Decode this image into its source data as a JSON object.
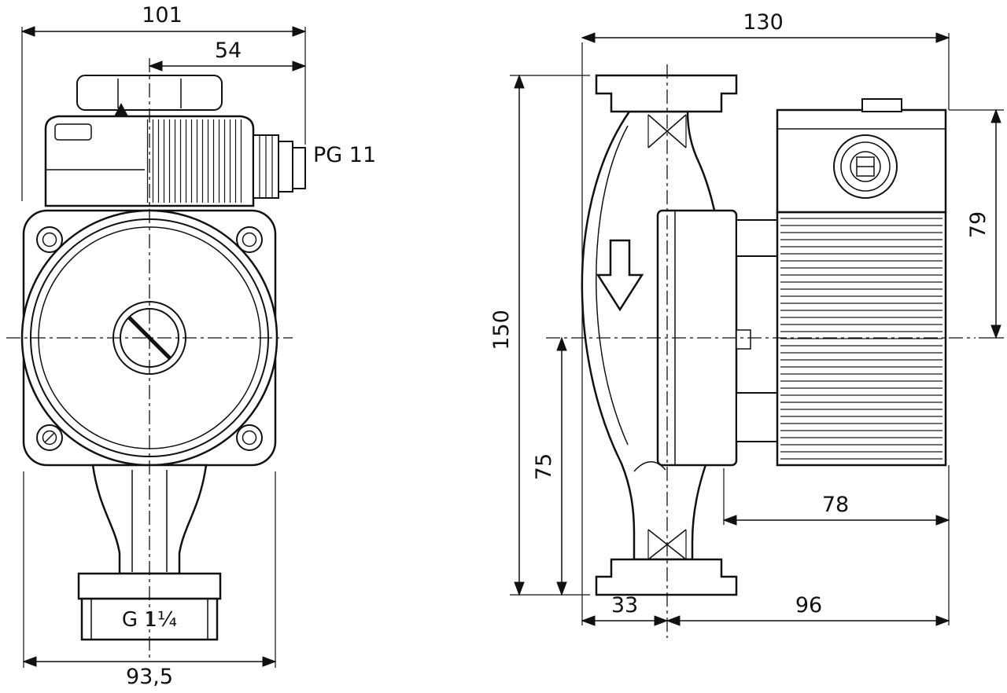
{
  "drawing": {
    "front_view": {
      "dim_overall_width": "101",
      "dim_center_to_gland": "54",
      "cable_gland_label": "PG 11",
      "pipe_thread_label": "G 1¼",
      "dim_bottom_width": "93,5"
    },
    "side_view": {
      "dim_overall_depth": "130",
      "dim_port_to_port": "150",
      "dim_center_to_bottom_port": "75",
      "dim_top_to_center": "79",
      "dim_motor_length": "78",
      "dim_front_to_center": "33",
      "dim_center_to_back": "96"
    }
  }
}
